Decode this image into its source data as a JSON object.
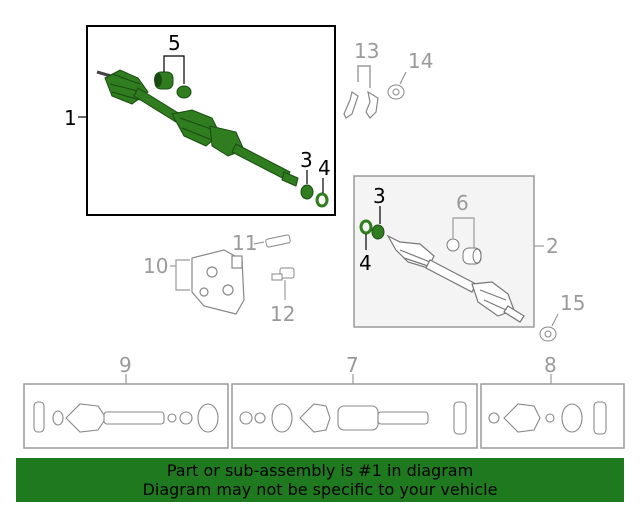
{
  "callouts": {
    "c1": "1",
    "c2": "2",
    "c3a": "3",
    "c3b": "3",
    "c4a": "4",
    "c4b": "4",
    "c5": "5",
    "c6": "6",
    "c7": "7",
    "c8": "8",
    "c9": "9",
    "c10": "10",
    "c11": "11",
    "c12": "12",
    "c13": "13",
    "c14": "14",
    "c15": "15"
  },
  "banner": {
    "line1": "Part or sub-assembly is #1 in diagram",
    "line2": "Diagram may not be specific to your vehicle"
  },
  "colors": {
    "highlight": "#2f7d1f",
    "muted": "#9a9a9a",
    "banner": "#1f7a1f"
  }
}
